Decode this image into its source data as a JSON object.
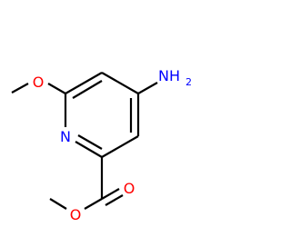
{
  "molecule": {
    "atoms": {
      "ring_n": {
        "symbol": "N",
        "color": "#0000FF"
      },
      "methoxy_o": {
        "symbol": "O",
        "color": "#FF0000"
      },
      "amine": {
        "symbol": "NH",
        "subscript": "2",
        "color": "#0000FF"
      },
      "carbonyl_o": {
        "symbol": "O",
        "color": "#FF0000"
      },
      "ester_o": {
        "symbol": "O",
        "color": "#FF0000"
      }
    },
    "bond_color": "#000000"
  }
}
